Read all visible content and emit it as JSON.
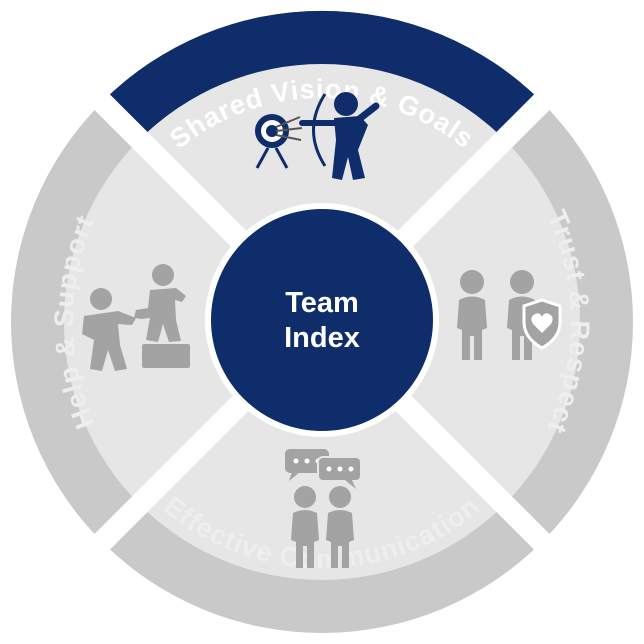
{
  "center": {
    "line1": "Team",
    "line2": "Index"
  },
  "segments": [
    {
      "id": "top",
      "label": "Shared Vision & Goals",
      "icon": "target-archer-icon",
      "active": true
    },
    {
      "id": "right",
      "label": "Trust & Respect",
      "icon": "people-shield-heart-icon",
      "active": false
    },
    {
      "id": "bottom",
      "label": "Effective Communication",
      "icon": "people-chat-bubbles-icon",
      "active": false
    },
    {
      "id": "left",
      "label": "Help & Support",
      "icon": "helping-hand-icon",
      "active": false
    }
  ],
  "colors": {
    "navy": "#0f2d6b",
    "ring_gray": "#c9c9c9",
    "wedge_gray": "#e6e6e6",
    "icon_gray": "#a3a3a3",
    "ring_text": "#eeeeee",
    "white": "#ffffff"
  }
}
